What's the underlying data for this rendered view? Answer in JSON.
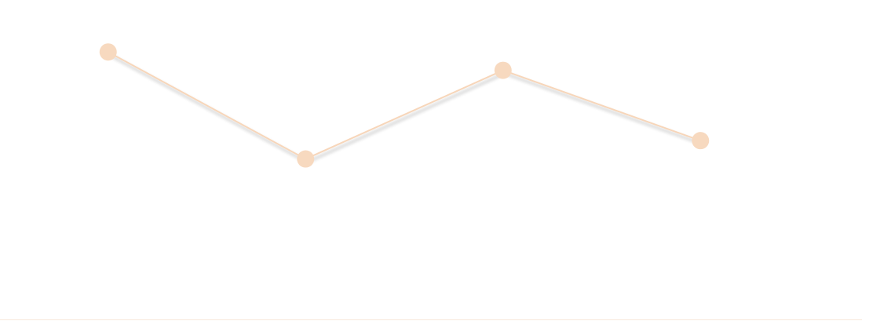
{
  "chart_data": {
    "type": "line",
    "x": [
      1,
      2,
      3,
      4
    ],
    "series": [
      {
        "values": [
          88,
          53,
          82,
          59
        ]
      }
    ],
    "ylim": [
      0,
      105
    ],
    "grid": false,
    "legend": "none"
  },
  "colors": {
    "line": "#f7d6ba",
    "point": "#f7d9bf",
    "baseline": "#f7e7da",
    "shadow": "#d8cfc8",
    "background": "#ffffff"
  }
}
